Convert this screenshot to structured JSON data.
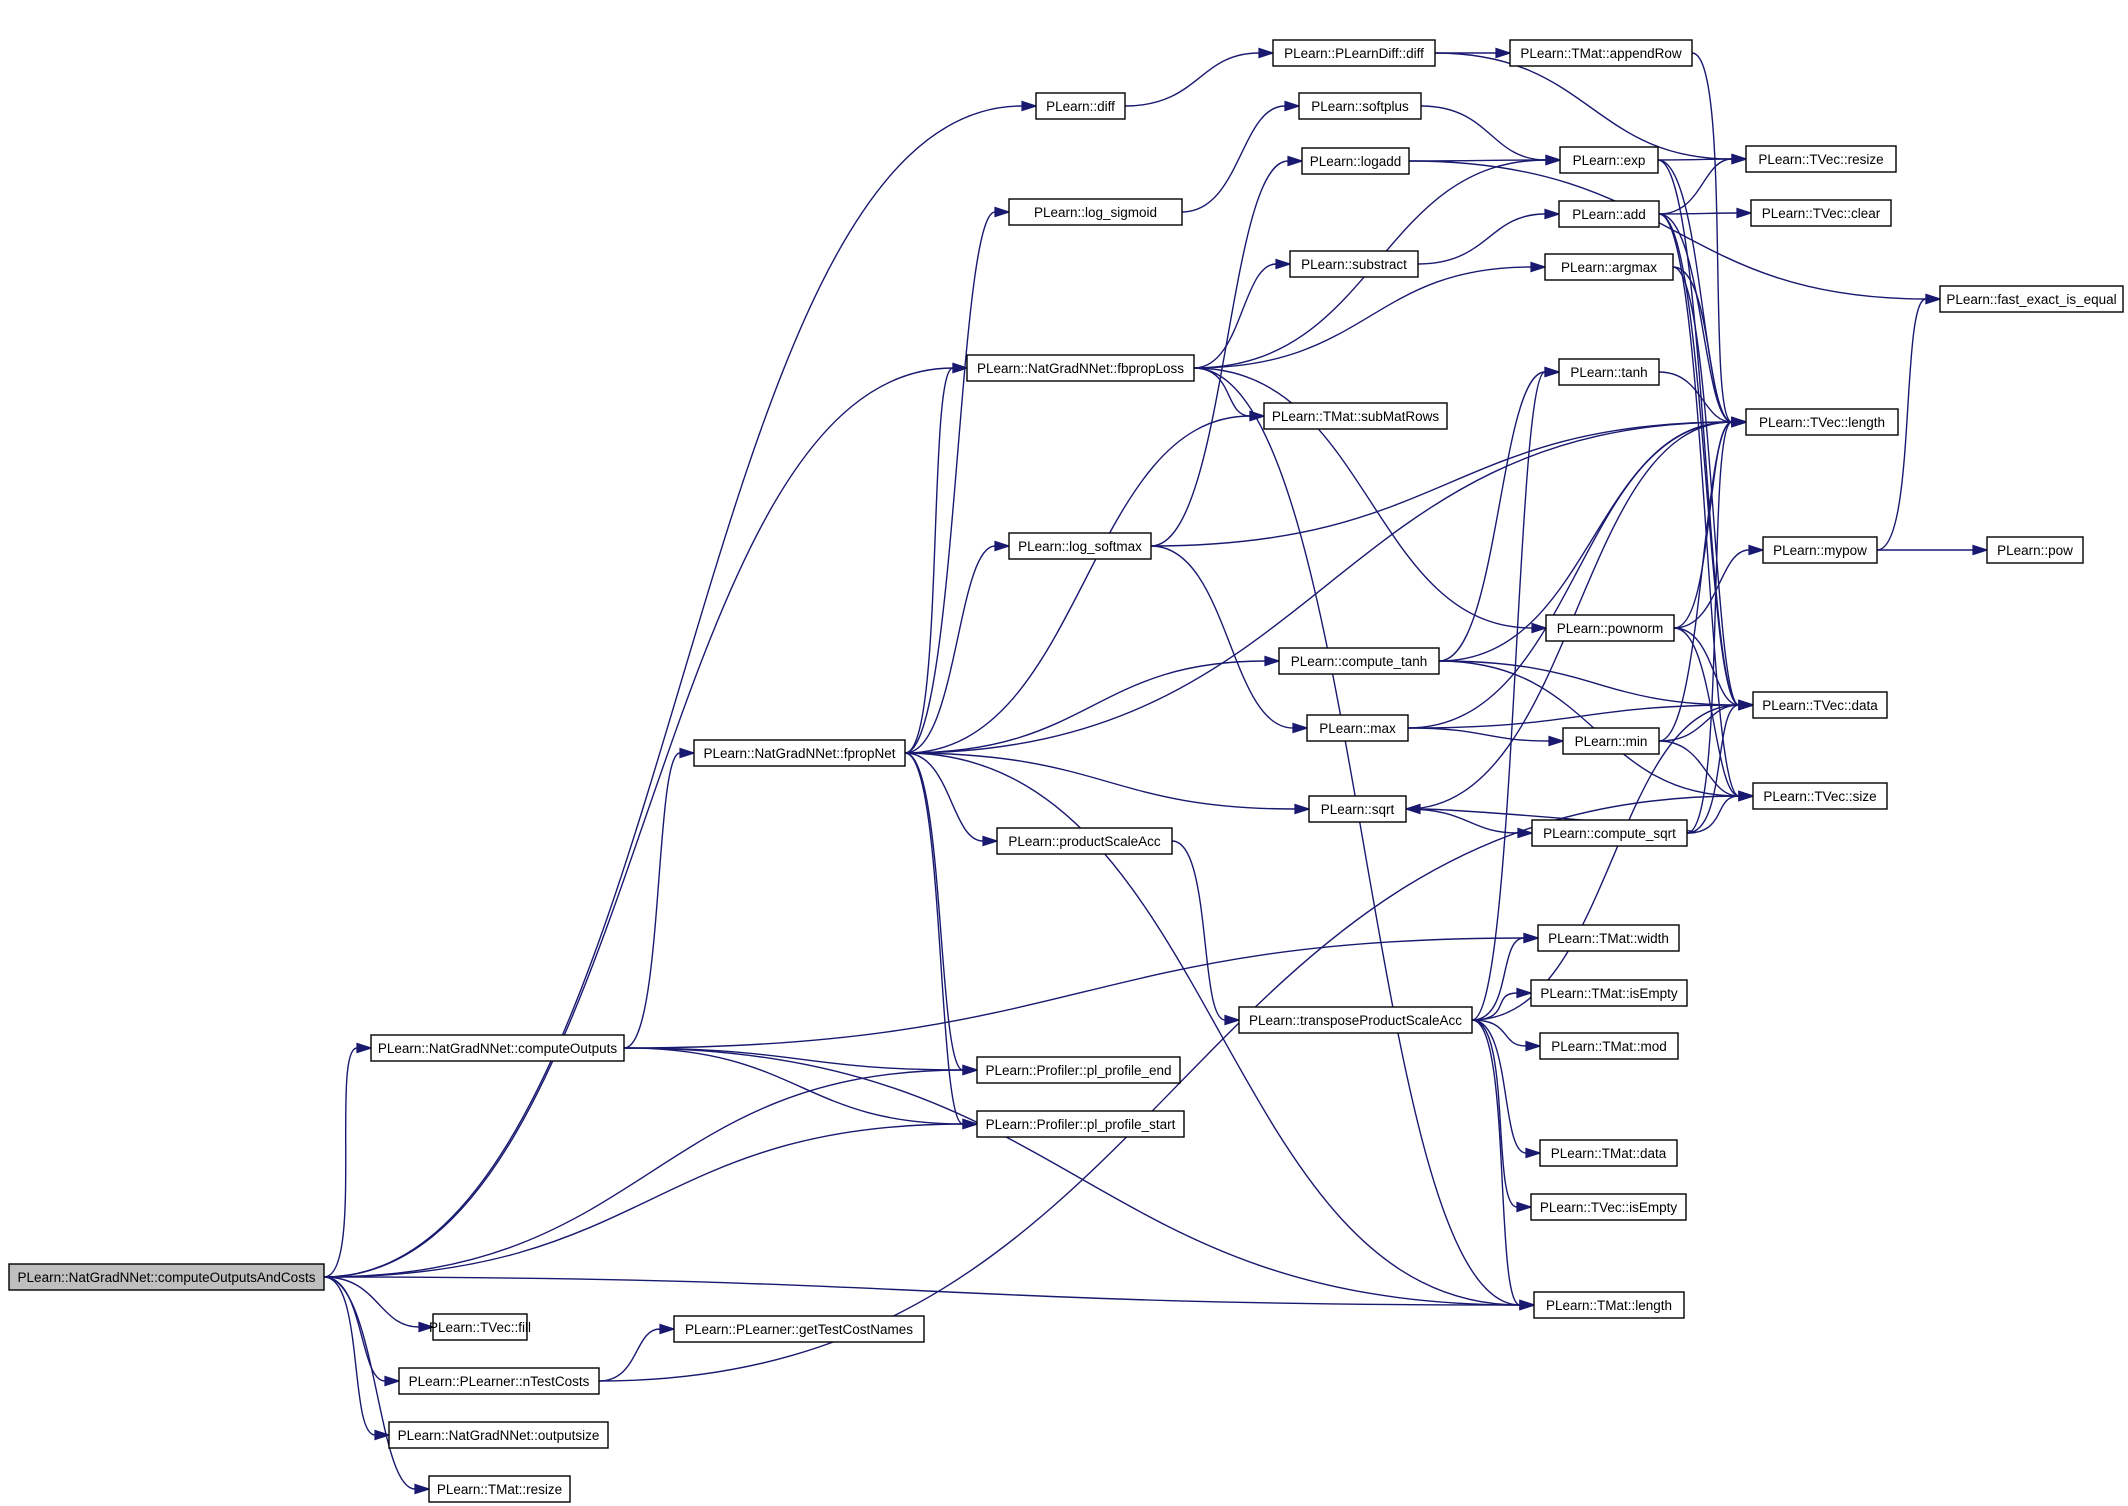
{
  "graph": {
    "title": "",
    "nodes": [
      {
        "id": "root",
        "label": "PLearn::NatGradNNet::computeOutputsAndCosts",
        "highlight": true
      },
      {
        "id": "computeOutputs",
        "label": "PLearn::NatGradNNet::computeOutputs"
      },
      {
        "id": "fpropNet",
        "label": "PLearn::NatGradNNet::fpropNet"
      },
      {
        "id": "fill",
        "label": "PLearn::TVec::fill"
      },
      {
        "id": "nTestCosts",
        "label": "PLearn::PLearner::nTestCosts"
      },
      {
        "id": "outputsize",
        "label": "PLearn::NatGradNNet::outputsize"
      },
      {
        "id": "tmatResize",
        "label": "PLearn::TMat::resize"
      },
      {
        "id": "getTestCostNames",
        "label": "PLearn::PLearner::getTestCostNames"
      },
      {
        "id": "diff",
        "label": "PLearn::diff"
      },
      {
        "id": "logSigmoid",
        "label": "PLearn::log_sigmoid"
      },
      {
        "id": "fbpropLoss",
        "label": "PLearn::NatGradNNet::fbpropLoss"
      },
      {
        "id": "logSoftmax",
        "label": "PLearn::log_softmax"
      },
      {
        "id": "productScaleAcc",
        "label": "PLearn::productScaleAcc"
      },
      {
        "id": "plProfileEnd",
        "label": "PLearn::Profiler::pl_profile_end"
      },
      {
        "id": "plProfileStart",
        "label": "PLearn::Profiler::pl_profile_start"
      },
      {
        "id": "plearnDiff",
        "label": "PLearn::PLearnDiff::diff"
      },
      {
        "id": "softplus",
        "label": "PLearn::softplus"
      },
      {
        "id": "logadd",
        "label": "PLearn::logadd"
      },
      {
        "id": "substract",
        "label": "PLearn::substract"
      },
      {
        "id": "subMatRows",
        "label": "PLearn::TMat::subMatRows"
      },
      {
        "id": "computeTanh",
        "label": "PLearn::compute_tanh"
      },
      {
        "id": "max",
        "label": "PLearn::max"
      },
      {
        "id": "sqrt",
        "label": "PLearn::sqrt"
      },
      {
        "id": "transposeProductScaleAcc",
        "label": "PLearn::transposeProductScaleAcc"
      },
      {
        "id": "appendRow",
        "label": "PLearn::TMat::appendRow"
      },
      {
        "id": "exp",
        "label": "PLearn::exp"
      },
      {
        "id": "add",
        "label": "PLearn::add"
      },
      {
        "id": "argmax",
        "label": "PLearn::argmax"
      },
      {
        "id": "tanh",
        "label": "PLearn::tanh"
      },
      {
        "id": "pownorm",
        "label": "PLearn::pownorm"
      },
      {
        "id": "min",
        "label": "PLearn::min"
      },
      {
        "id": "computeSqrt",
        "label": "PLearn::compute_sqrt"
      },
      {
        "id": "tmatWidth",
        "label": "PLearn::TMat::width"
      },
      {
        "id": "tmatIsEmpty",
        "label": "PLearn::TMat::isEmpty"
      },
      {
        "id": "tmatMod",
        "label": "PLearn::TMat::mod"
      },
      {
        "id": "tmatData",
        "label": "PLearn::TMat::data"
      },
      {
        "id": "tvecIsEmpty",
        "label": "PLearn::TVec::isEmpty"
      },
      {
        "id": "tmatLength",
        "label": "PLearn::TMat::length"
      },
      {
        "id": "tvecResize",
        "label": "PLearn::TVec::resize"
      },
      {
        "id": "tvecClear",
        "label": "PLearn::TVec::clear"
      },
      {
        "id": "tvecLength",
        "label": "PLearn::TVec::length"
      },
      {
        "id": "mypow",
        "label": "PLearn::mypow"
      },
      {
        "id": "tvecData",
        "label": "PLearn::TVec::data"
      },
      {
        "id": "tvecSize",
        "label": "PLearn::TVec::size"
      },
      {
        "id": "fastExact",
        "label": "PLearn::fast_exact_is_equal"
      },
      {
        "id": "pow",
        "label": "PLearn::pow"
      }
    ],
    "edges": [
      [
        "root",
        "diff"
      ],
      [
        "root",
        "fbpropLoss"
      ],
      [
        "root",
        "computeOutputs"
      ],
      [
        "root",
        "plProfileEnd"
      ],
      [
        "root",
        "plProfileStart"
      ],
      [
        "root",
        "tmatLength"
      ],
      [
        "root",
        "fill"
      ],
      [
        "root",
        "nTestCosts"
      ],
      [
        "root",
        "outputsize"
      ],
      [
        "root",
        "tmatResize"
      ],
      [
        "computeOutputs",
        "fpropNet"
      ],
      [
        "computeOutputs",
        "tmatWidth"
      ],
      [
        "computeOutputs",
        "plProfileEnd"
      ],
      [
        "computeOutputs",
        "plProfileStart"
      ],
      [
        "computeOutputs",
        "tmatLength"
      ],
      [
        "fpropNet",
        "logSigmoid"
      ],
      [
        "fpropNet",
        "fbpropLoss"
      ],
      [
        "fpropNet",
        "subMatRows"
      ],
      [
        "fpropNet",
        "logSoftmax"
      ],
      [
        "fpropNet",
        "tvecLength"
      ],
      [
        "fpropNet",
        "computeTanh"
      ],
      [
        "fpropNet",
        "sqrt"
      ],
      [
        "fpropNet",
        "productScaleAcc"
      ],
      [
        "fpropNet",
        "plProfileEnd"
      ],
      [
        "fpropNet",
        "plProfileStart"
      ],
      [
        "fpropNet",
        "tmatLength"
      ],
      [
        "nTestCosts",
        "getTestCostNames"
      ],
      [
        "nTestCosts",
        "tvecSize"
      ],
      [
        "diff",
        "plearnDiff"
      ],
      [
        "logSigmoid",
        "softplus"
      ],
      [
        "fbpropLoss",
        "exp"
      ],
      [
        "fbpropLoss",
        "substract"
      ],
      [
        "fbpropLoss",
        "argmax"
      ],
      [
        "fbpropLoss",
        "subMatRows"
      ],
      [
        "fbpropLoss",
        "pownorm"
      ],
      [
        "fbpropLoss",
        "tmatLength"
      ],
      [
        "logSoftmax",
        "logadd"
      ],
      [
        "logSoftmax",
        "tvecLength"
      ],
      [
        "logSoftmax",
        "max"
      ],
      [
        "productScaleAcc",
        "transposeProductScaleAcc"
      ],
      [
        "plearnDiff",
        "appendRow"
      ],
      [
        "plearnDiff",
        "tvecResize"
      ],
      [
        "softplus",
        "exp"
      ],
      [
        "logadd",
        "exp"
      ],
      [
        "logadd",
        "fastExact"
      ],
      [
        "substract",
        "add"
      ],
      [
        "computeTanh",
        "tanh"
      ],
      [
        "computeTanh",
        "tvecLength"
      ],
      [
        "computeTanh",
        "tvecData"
      ],
      [
        "computeTanh",
        "tvecSize"
      ],
      [
        "max",
        "tvecLength"
      ],
      [
        "max",
        "min"
      ],
      [
        "max",
        "tvecData"
      ],
      [
        "sqrt",
        "computeSqrt"
      ],
      [
        "sqrt",
        "tvecLength"
      ],
      [
        "transposeProductScaleAcc",
        "tanh"
      ],
      [
        "transposeProductScaleAcc",
        "tmatWidth"
      ],
      [
        "transposeProductScaleAcc",
        "tmatIsEmpty"
      ],
      [
        "transposeProductScaleAcc",
        "tmatMod"
      ],
      [
        "transposeProductScaleAcc",
        "tmatData"
      ],
      [
        "transposeProductScaleAcc",
        "tvecIsEmpty"
      ],
      [
        "transposeProductScaleAcc",
        "tmatLength"
      ],
      [
        "transposeProductScaleAcc",
        "tvecData"
      ],
      [
        "appendRow",
        "tvecLength"
      ],
      [
        "exp",
        "tvecResize"
      ],
      [
        "exp",
        "tvecLength"
      ],
      [
        "exp",
        "tvecData"
      ],
      [
        "add",
        "tvecResize"
      ],
      [
        "add",
        "tvecClear"
      ],
      [
        "add",
        "tvecLength"
      ],
      [
        "add",
        "tvecData"
      ],
      [
        "add",
        "tvecSize"
      ],
      [
        "argmax",
        "tvecLength"
      ],
      [
        "argmax",
        "tvecData"
      ],
      [
        "tanh",
        "tvecLength"
      ],
      [
        "pownorm",
        "mypow"
      ],
      [
        "pownorm",
        "tvecLength"
      ],
      [
        "pownorm",
        "tvecData"
      ],
      [
        "pownorm",
        "tvecSize"
      ],
      [
        "min",
        "tvecLength"
      ],
      [
        "min",
        "tvecData"
      ],
      [
        "min",
        "tvecSize"
      ],
      [
        "computeSqrt",
        "sqrt"
      ],
      [
        "computeSqrt",
        "tvecLength"
      ],
      [
        "computeSqrt",
        "tvecData"
      ],
      [
        "computeSqrt",
        "tvecSize"
      ],
      [
        "mypow",
        "pow"
      ],
      [
        "mypow",
        "fastExact"
      ]
    ]
  },
  "colors": {
    "edge": "#191970",
    "node_border": "#000000",
    "node_fill": "#ffffff",
    "root_fill": "#bfbfbf"
  }
}
